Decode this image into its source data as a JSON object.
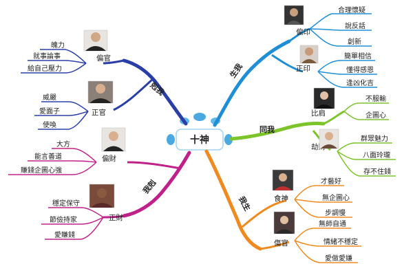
{
  "center": {
    "label": "十神"
  },
  "branches": [
    {
      "key": "shengwo",
      "label": "生我",
      "color": "#1e8fd6",
      "subs": [
        {
          "key": "pianyin",
          "label": "偏印",
          "leaves": [
            "合理懷疑",
            "說反話",
            "創新"
          ]
        },
        {
          "key": "zhengyin",
          "label": "正印",
          "leaves": [
            "簡單相信",
            "懂得感恩",
            "逢凶化吉"
          ]
        }
      ]
    },
    {
      "key": "tongwo",
      "label": "同我",
      "color": "#7cc42a",
      "subs": [
        {
          "key": "bijian",
          "label": "比肩",
          "leaves": [
            "不服輸",
            "企圖心"
          ]
        },
        {
          "key": "jiecai",
          "label": "劫財",
          "leaves": [
            "群眾魅力",
            "八面玲瓏",
            "存不住錢"
          ]
        }
      ]
    },
    {
      "key": "woshang",
      "label": "我生",
      "color": "#f08a1e",
      "subs": [
        {
          "key": "shishen",
          "label": "食神",
          "leaves": [
            "才藝好",
            "無企圖心",
            "步調慢"
          ]
        },
        {
          "key": "shangguan",
          "label": "傷官",
          "leaves": [
            "無師自通",
            "情緒不穩定",
            "愛做愛嫌"
          ]
        }
      ]
    },
    {
      "key": "kewo",
      "label": "剋我",
      "color": "#2a3ea8",
      "subs": [
        {
          "key": "pianguan",
          "label": "偏官",
          "leaves": [
            "魄力",
            "就事論事",
            "給自己壓力"
          ]
        },
        {
          "key": "zhengguan",
          "label": "正官",
          "leaves": [
            "威嚴",
            "愛面子",
            "使喚"
          ]
        }
      ]
    },
    {
      "key": "woke",
      "label": "我剋",
      "color": "#c0208a",
      "subs": [
        {
          "key": "piancai",
          "label": "偏財",
          "leaves": [
            "大方",
            "能言善道",
            "賺錢企圖心強"
          ]
        },
        {
          "key": "zhengcai",
          "label": "正財",
          "leaves": [
            "穩定保守",
            "節儉持家",
            "愛賺錢"
          ]
        }
      ]
    }
  ]
}
